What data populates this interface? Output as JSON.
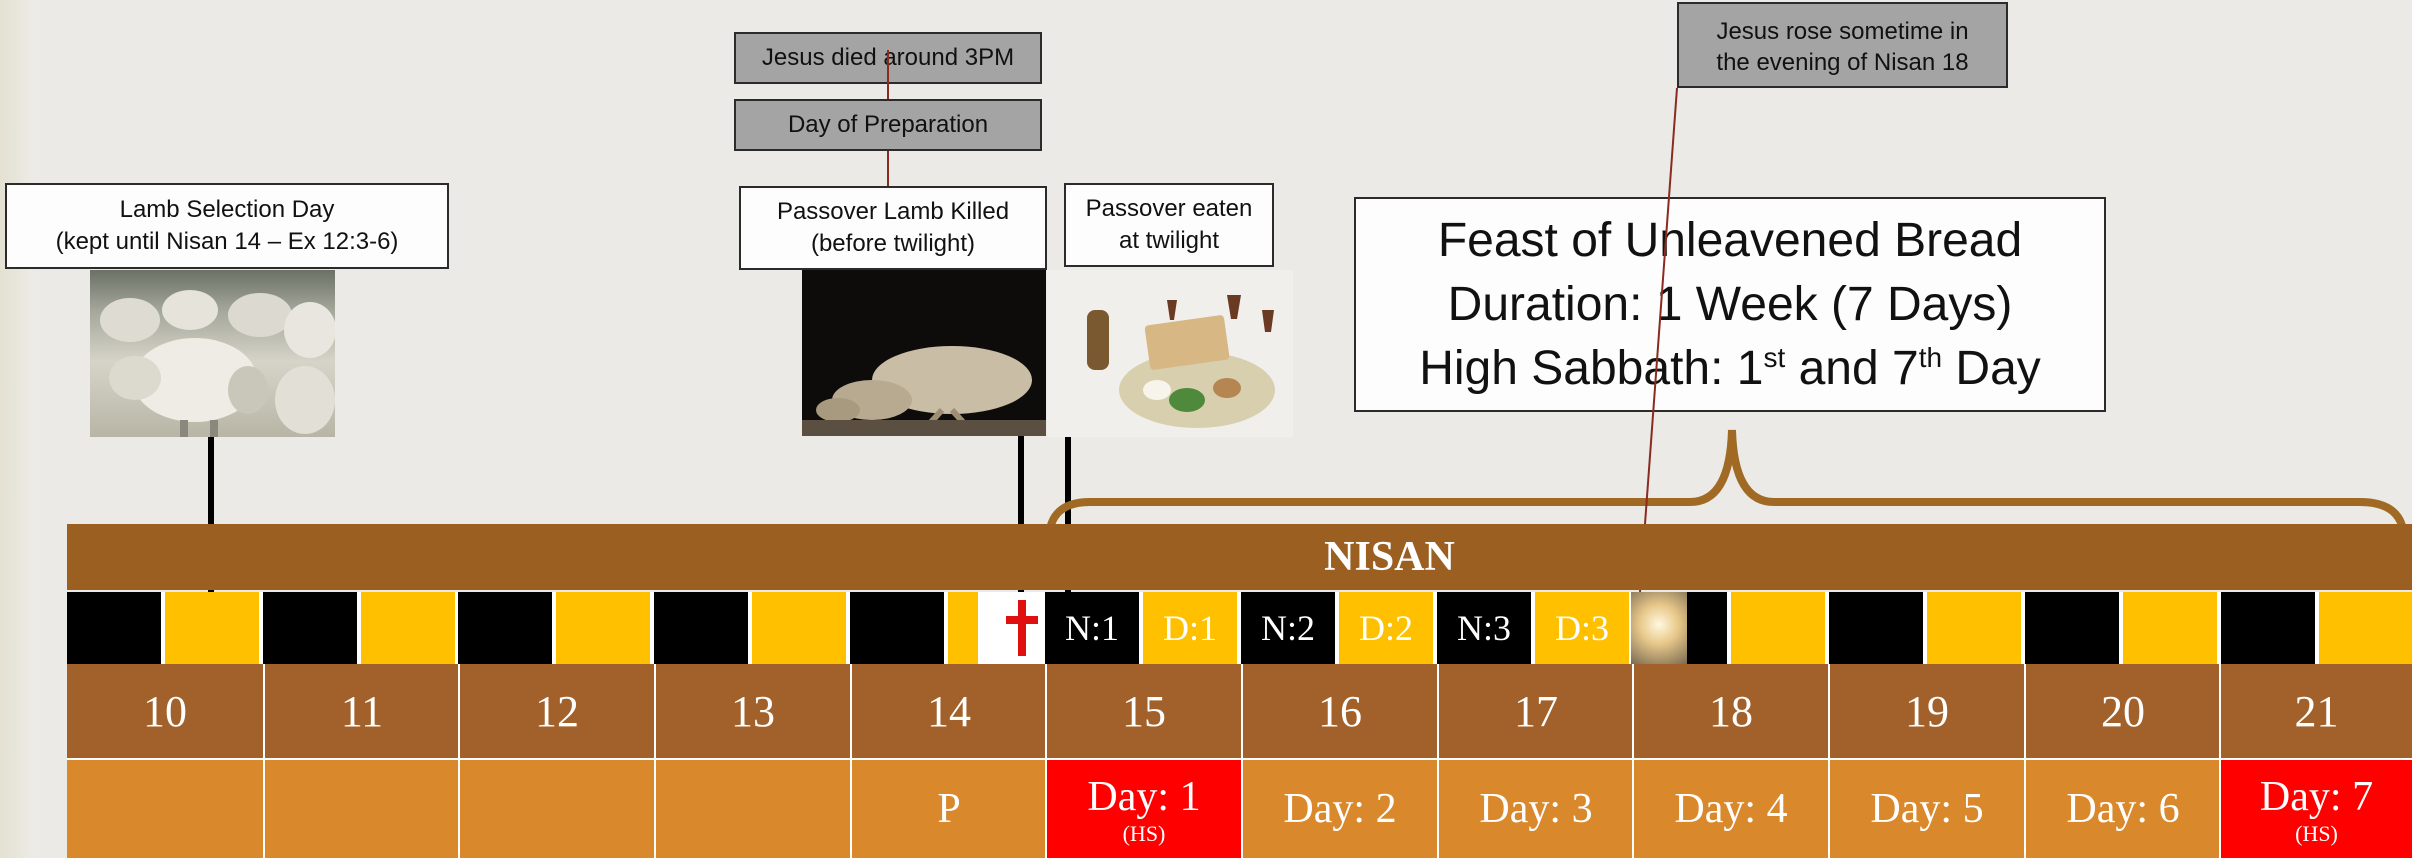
{
  "callouts": {
    "died": "Jesus died around 3PM",
    "preparation": "Day of Preparation",
    "lamb_killed": "Passover Lamb Killed\n(before twilight)",
    "passover_eaten": "Passover eaten\nat twilight",
    "lamb_selection": "Lamb Selection Day\n(kept until Nisan 14 – Ex 12:3-6)",
    "rose": "Jesus rose sometime in\nthe evening of Nisan 18",
    "feast_line1": "Feast of Unleavened Bread",
    "feast_line2": "Duration: 1 Week (7 Days)",
    "feast_line3_a": "High Sabbath: 1",
    "feast_line3_sup1": "st",
    "feast_line3_b": " and 7",
    "feast_line3_sup2": "th",
    "feast_line3_c": " Day"
  },
  "month": "NISAN",
  "half_days": [
    "N:1",
    "D:1",
    "N:2",
    "D:2",
    "N:3",
    "D:3"
  ],
  "dates": [
    "10",
    "11",
    "12",
    "13",
    "14",
    "15",
    "16",
    "17",
    "18",
    "19",
    "20",
    "21"
  ],
  "bottom": [
    "",
    "",
    "",
    "",
    "P",
    "Day: 1",
    "Day: 2",
    "Day: 3",
    "Day: 4",
    "Day: 5",
    "Day: 6",
    "Day: 7"
  ],
  "bottom_sub": [
    "",
    "",
    "",
    "",
    "",
    "(HS)",
    "",
    "",
    "",
    "",
    "",
    "(HS)"
  ],
  "colors": {
    "brown": "#9b5f22",
    "orange": "#d9882b",
    "gold": "#ffc000",
    "high_sabbath": "#ff0000",
    "brace": "#a16a24"
  }
}
